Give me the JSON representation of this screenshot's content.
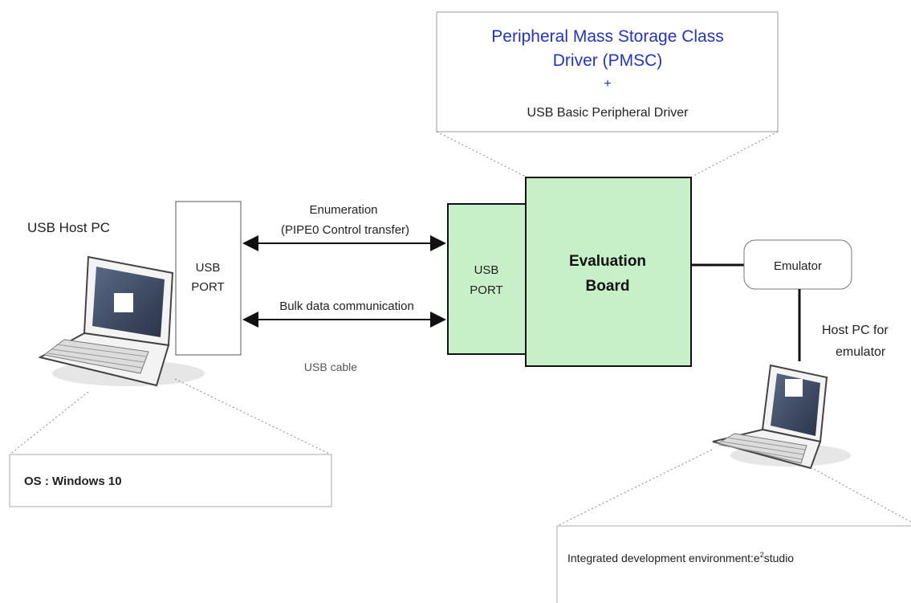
{
  "driver_box": {
    "line1": "Peripheral Mass Storage Class",
    "line2": "Driver (PMSC)",
    "plus": "+",
    "line3": "USB Basic Peripheral Driver"
  },
  "usb_host_label": "USB Host PC",
  "host_usb_port": {
    "line1": "USB",
    "line2": "PORT"
  },
  "board_usb_port": {
    "line1": "USB",
    "line2": "PORT"
  },
  "evaluation_board": {
    "line1": "Evaluation",
    "line2": "Board"
  },
  "arrow_enumeration": {
    "line1": "Enumeration",
    "line2": "(PIPE0 Control transfer)"
  },
  "arrow_bulk": "Bulk data communication",
  "usb_cable_label": "USB cable",
  "emulator_label": "Emulator",
  "host_pc_emulator": {
    "line1": "Host PC for",
    "line2": "emulator"
  },
  "os_box": "OS : Windows 10",
  "ide_box": {
    "prefix": "Integrated development environment:e",
    "sup": "2",
    "suffix": "studio"
  },
  "colors": {
    "board_fill": "#c8f0c8",
    "driver_text": "#2233cc",
    "line": "#111111"
  }
}
